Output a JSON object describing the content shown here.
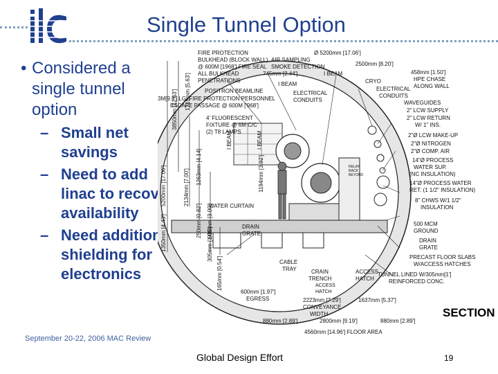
{
  "slide": {
    "title": "Single Tunnel Option",
    "bullets": [
      {
        "text": "Considered a single tunnel option",
        "subs": [
          "Small net savings",
          "Need to add linac to recover availability",
          "Need additional shielding for electronics"
        ]
      }
    ]
  },
  "diagram": {
    "labels": {
      "fire_protection": [
        "FIRE PROTECTION",
        "BULKHEAD (BLOCK WALL)",
        "@ 600M [1968'] FIRE SEAL",
        "ALL BULKHEAD",
        "PENETRATIONS"
      ],
      "positron_beamline": "POSITRON BEAMLINE",
      "escape_passage": [
        "3M[9.8'] LG. FIRE PROTECTION PERSONNEL",
        "ESCAPE PASSAGE @ 600M ['968']"
      ],
      "air_sampling": [
        "AIR SAMPLING",
        "SMOKE DETECTION"
      ],
      "diameter": "Ø 5200mm [17.06']",
      "dim_2500": "2500mm [8.20']",
      "dim_745": "745mm [2.44']",
      "ibeam_top": "I BEAM",
      "cryo": "CRYO",
      "ibeam_left": "I BEAM",
      "electrical_conduits": [
        "ELECTRICAL",
        "CONDUITS"
      ],
      "electrical_conduits_right": [
        "ELECTRICAL",
        "CONDUITS"
      ],
      "hpe_chase": [
        "458mm [1.50']",
        "HPE CHASE",
        "ALONG WALL"
      ],
      "waveguides": "WAVEGUIDES",
      "lcw_supply": "2\" LCW SUPPLY",
      "lcw_return": [
        "2\" LCW RETURN",
        "W/ 1\" INS."
      ],
      "lcw_makeup": "2\"Ø LCW MAKE-UP",
      "nitrogen": "2\"Ø NITROGEN",
      "comp_air": "2\"Ø COMP. AIR",
      "process_supply": [
        "14\"Ø PROCESS",
        "WATER SUP.",
        "(NC INSULATION)"
      ],
      "process_return": [
        "14\"Ø PROCESS WATER",
        "RET. (1 1/2\" INSULATION)"
      ],
      "chws": [
        "8\" CHWS W/1 1/2\"",
        "INSULATION"
      ],
      "mcm_ground": [
        "500 MCM",
        "GROUND"
      ],
      "drain_grate_right": [
        "DRAIN",
        "GRATE"
      ],
      "floor_slabs": [
        "PRECAST FLOOR SLABS",
        "W/ACCESS HATCHES"
      ],
      "tunnel_lined": [
        "TUNNEL LINED W/305mm[1']",
        "REINFORCED CONC."
      ],
      "fluorescent": [
        "4' FLUORESCENT",
        "FIXTURE @ 6M C/C",
        "(2) T8 LAMPS"
      ],
      "water_curtain": "WATER CURTAIN",
      "drain_grate_left": [
        "DRAIN",
        "GRATE"
      ],
      "cable_tray": [
        "CABLE",
        "TRAY"
      ],
      "crain_trench": [
        "CRAIN",
        "TRENCH"
      ],
      "access_hatch": [
        "ACCESS",
        "HATCH"
      ],
      "access_hatch_lower": [
        "ACCESS",
        "HATCH"
      ],
      "egress": [
        "600mm [1.97']",
        "EGRESS"
      ],
      "conveyance": [
        "2223mm [7.29']",
        "CONVEYANCE",
        "WIDTH"
      ],
      "dim_1637": "1637mm [5.37']",
      "dim_880_left": "880mm [2.89']",
      "dim_2800": "2800mm [9.19']",
      "dim_880_right": "880mm [2.89']",
      "floor_area": "4560mm [14.96'] FLOOR AREA",
      "relay_rack": [
        "RELAY",
        "RACK",
        "BEYOND"
      ],
      "vertical_dims": [
        "5200mm [17.06']",
        "3850mm [12.63']",
        "1715mm [5.63']",
        "2134mm [7.00']",
        "1263mm [4.14]",
        "250mm [0.82']",
        "915mm [3.00']",
        "1350mm [4.43']",
        "1194mm [3.92']",
        "165mm [0.54']",
        "305mm [1.00']"
      ],
      "beam_vertical_left": "I BEAM",
      "beam_vertical_right": "I BEAM"
    }
  },
  "section_word": "SECTION",
  "footer": {
    "date": "September 20-22, 2006     MAC Review",
    "center": "Global Design Effort",
    "page": "19"
  }
}
